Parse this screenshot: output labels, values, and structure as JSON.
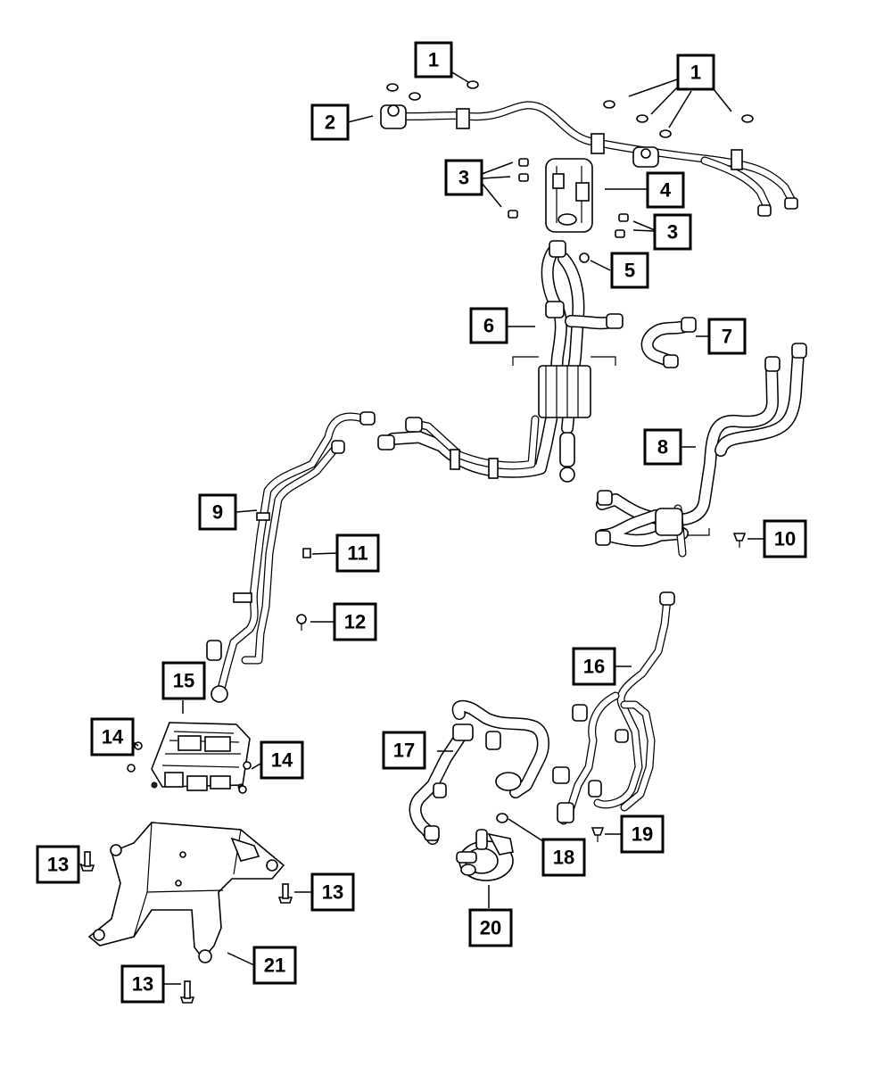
{
  "callouts": {
    "c1a": "1",
    "c1b": "1",
    "c2": "2",
    "c3a": "3",
    "c3b": "3",
    "c4": "4",
    "c5": "5",
    "c6": "6",
    "c7": "7",
    "c8": "8",
    "c9": "9",
    "c10": "10",
    "c11": "11",
    "c12": "12",
    "c13a": "13",
    "c13b": "13",
    "c13c": "13",
    "c14a": "14",
    "c14b": "14",
    "c15": "15",
    "c16": "16",
    "c17": "17",
    "c18": "18",
    "c19": "19",
    "c20": "20",
    "c21": "21"
  }
}
